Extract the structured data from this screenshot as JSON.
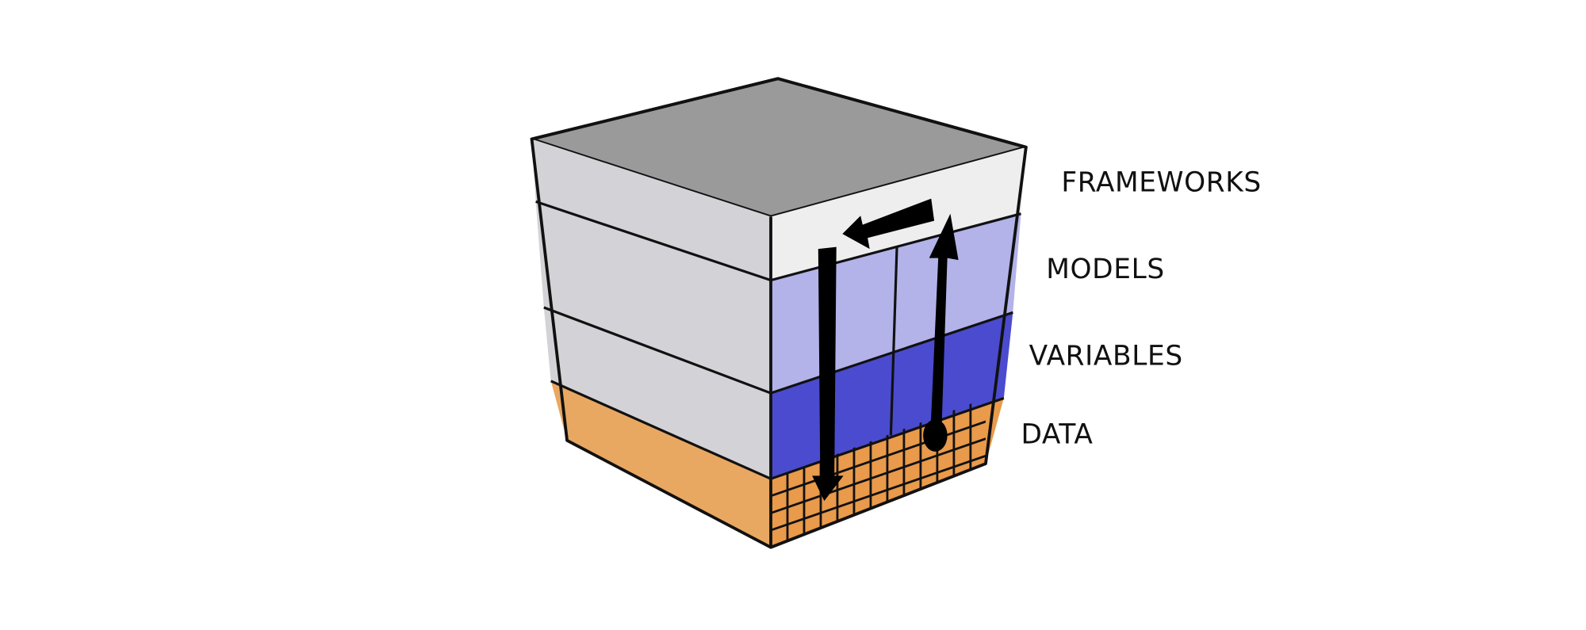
{
  "diagram": {
    "layers": [
      {
        "label": "FRAMEWORKS",
        "color": "#eeeeee"
      },
      {
        "label": "MODELS",
        "color": "#b3b3ea"
      },
      {
        "label": "VARIABLES",
        "color": "#4b4bcf"
      },
      {
        "label": "DATA",
        "color": "#e99a4a"
      }
    ],
    "colors": {
      "top_face": "#9a9a9a",
      "left_face": "#d3d3d7",
      "left_face_data": "#e8a862",
      "outline": "#111111"
    },
    "arrows": [
      "down-arrow",
      "up-arrow",
      "left-arrow"
    ]
  }
}
